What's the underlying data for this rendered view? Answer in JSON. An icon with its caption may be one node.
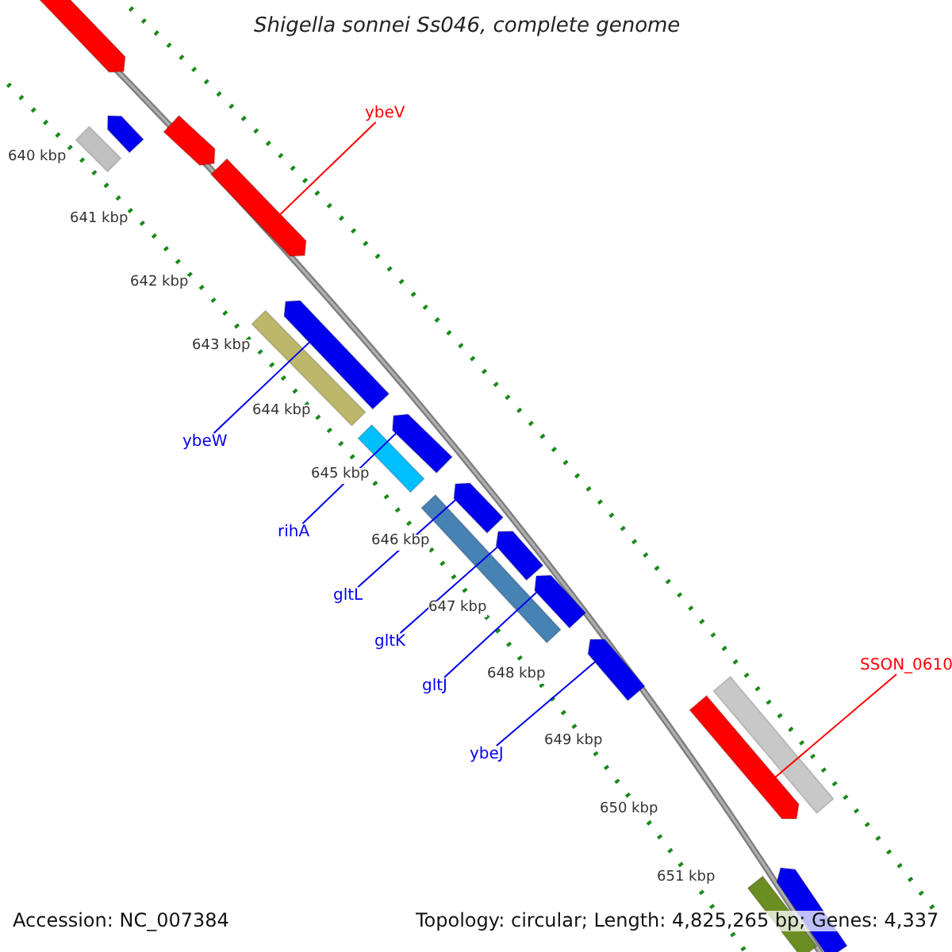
{
  "diagram": {
    "title": "Shigella sonnei Ss046, complete genome",
    "nodes": [
      {
        "text": [
          "ybeV"
        ]
      },
      {
        "text": [
          "ybeW"
        ]
      },
      {
        "text": [
          "rihA"
        ]
      },
      {
        "text": [
          "gltL"
        ]
      },
      {
        "text": [
          "gltK"
        ]
      },
      {
        "text": [
          "gltJ"
        ]
      },
      {
        "text": [
          "ybeJ"
        ]
      },
      {
        "text": [
          "SSON_0610"
        ]
      },
      {
        "text": [],
        "shape": "arrow"
      },
      {
        "text": [],
        "shape": "bar"
      },
      {
        "text": [],
        "shape": "arrow"
      },
      {
        "text": [],
        "shape": "arrow"
      },
      {
        "text": [],
        "shape": "arrow"
      },
      {
        "text": [],
        "shape": "arrow"
      },
      {
        "text": [],
        "shape": "bar"
      },
      {
        "text": [],
        "shape": "arrow"
      },
      {
        "text": [],
        "shape": "bar"
      },
      {
        "text": [],
        "shape": "arrow"
      },
      {
        "text": [],
        "shape": "arrow"
      },
      {
        "text": [],
        "shape": "arrow"
      },
      {
        "text": [],
        "shape": "bar"
      },
      {
        "text": [],
        "shape": "arrow"
      },
      {
        "text": [],
        "shape": "arrow"
      },
      {
        "text": [],
        "shape": "bar"
      },
      {
        "text": [],
        "shape": "bar"
      },
      {
        "text": [],
        "shape": "arrow"
      }
    ],
    "edges": [
      {
        "from": 0,
        "to": 12,
        "arrow": "none",
        "color": "#ff0000"
      },
      {
        "from": 1,
        "to": 13,
        "arrow": "none"
      },
      {
        "from": 2,
        "to": 15,
        "arrow": "none"
      },
      {
        "from": 3,
        "to": 17,
        "arrow": "none"
      },
      {
        "from": 4,
        "to": 18,
        "arrow": "none"
      },
      {
        "from": 5,
        "to": 19,
        "arrow": "none"
      },
      {
        "from": 6,
        "to": 21,
        "arrow": "none"
      },
      {
        "from": 7,
        "to": 22,
        "arrow": "none",
        "color": "#ff0000"
      }
    ],
    "labels": [
      "640 kbp",
      "641 kbp",
      "642 kbp",
      "643 kbp",
      "644 kbp",
      "645 kbp",
      "646 kbp",
      "647 kbp",
      "648 kbp",
      "649 kbp",
      "650 kbp",
      "651 kbp",
      "Accession: NC_007384",
      "Topology: circular; Length: 4,825,265 bp; Genes: 4,337"
    ]
  }
}
